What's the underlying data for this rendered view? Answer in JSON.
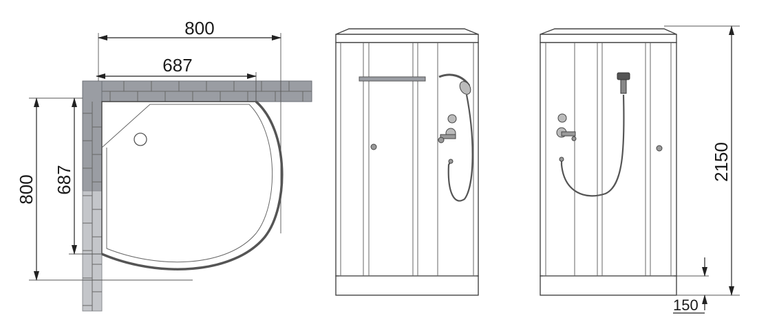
{
  "dimensions": {
    "plan_outer_width": "800",
    "plan_inner_width": "687",
    "plan_outer_depth": "800",
    "plan_inner_depth": "687",
    "cabin_height": "2150",
    "tray_height": "150"
  },
  "views": [
    "plan-view",
    "front-view",
    "side-view"
  ],
  "colors": {
    "line": "#444444",
    "wall": "#9a9da3",
    "background": "#ffffff"
  }
}
